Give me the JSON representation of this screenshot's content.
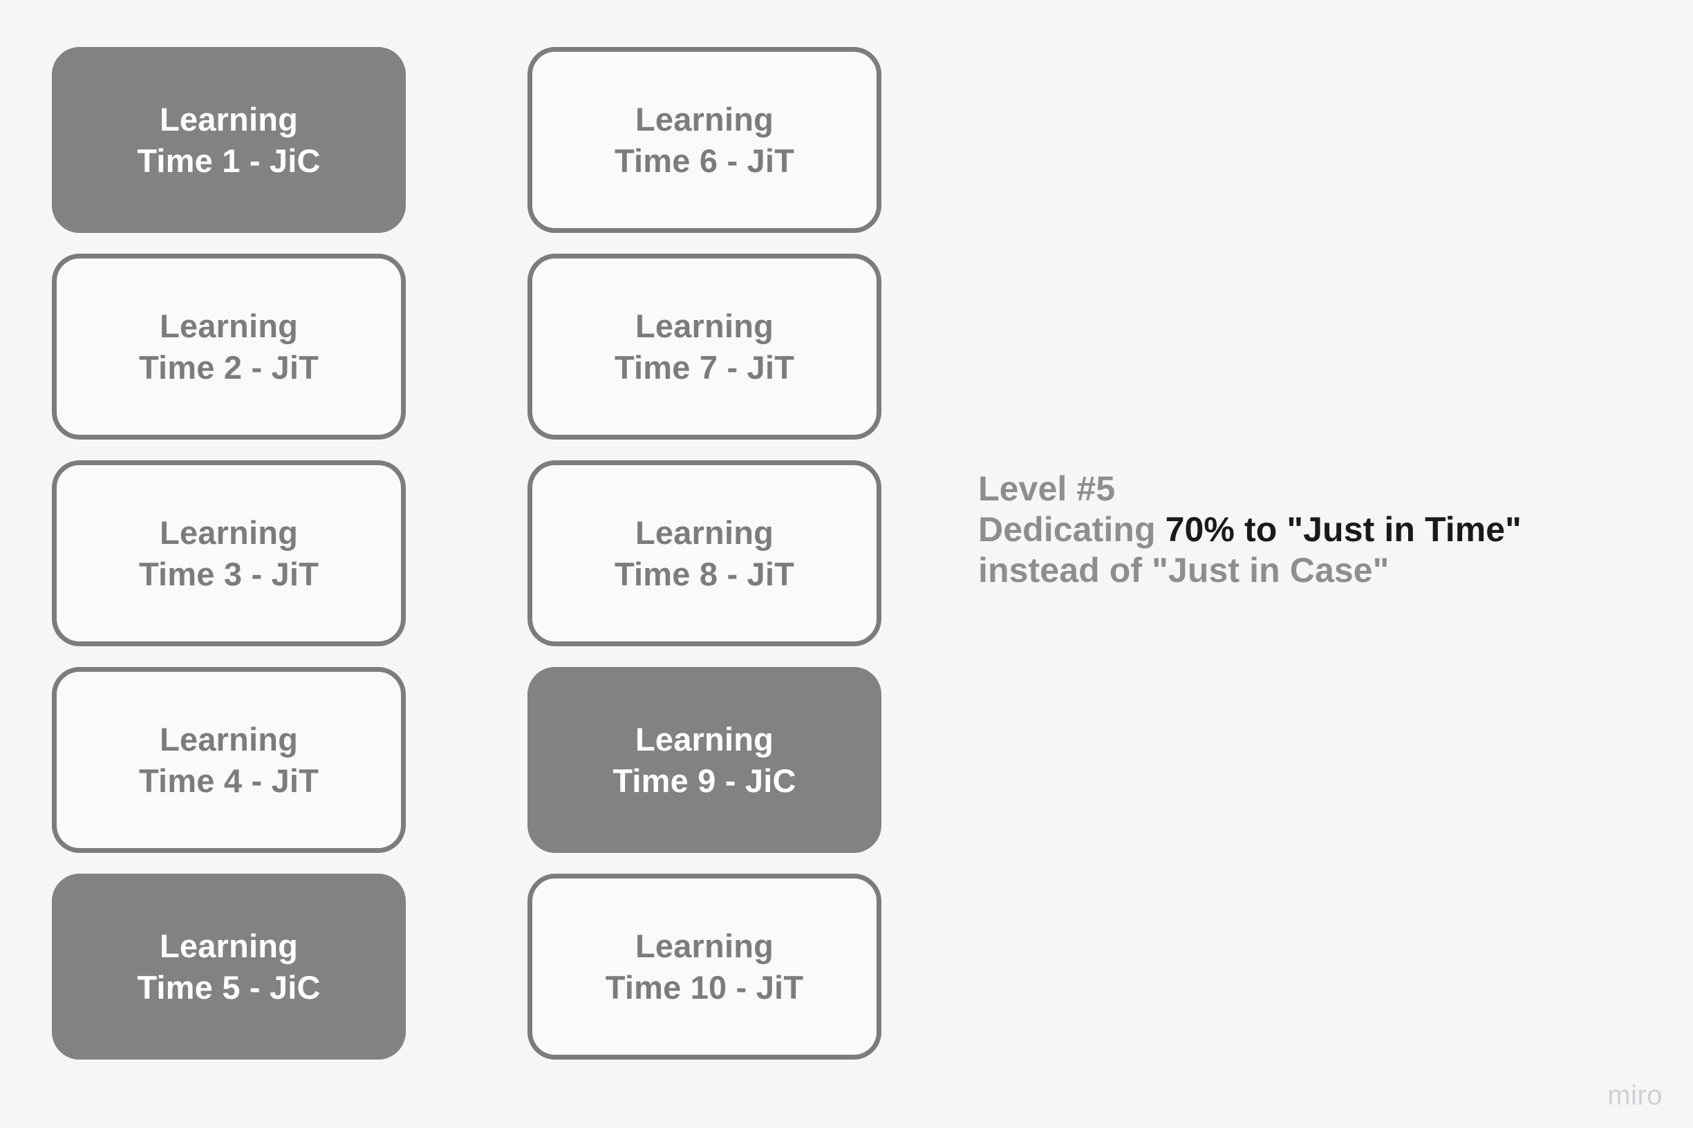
{
  "canvas": {
    "background_color": "#f6f6f6"
  },
  "colors": {
    "card_fill_active": "#828282",
    "card_fill_inactive": "#fafafa",
    "card_border": "#7c7c7c",
    "card_text_active": "#ffffff",
    "card_text_inactive": "#7c7c7c",
    "annotation_text": "#8e8e8e",
    "annotation_emphasis": "#1a1a1a",
    "watermark": "#cfcfd6"
  },
  "columns": [
    {
      "name": "column-1",
      "cards": [
        {
          "line1": "Learning",
          "line2": "Time 1 - JiC",
          "label": "Learning\nTime 1 - JiC",
          "mode": "JiC",
          "style": "filled"
        },
        {
          "line1": "Learning",
          "line2": "Time 2 - JiT",
          "label": "Learning\nTime 2 - JiT",
          "mode": "JiT",
          "style": "outlined"
        },
        {
          "line1": "Learning",
          "line2": "Time 3 - JiT",
          "label": "Learning\nTime 3 - JiT",
          "mode": "JiT",
          "style": "outlined"
        },
        {
          "line1": "Learning",
          "line2": "Time 4 - JiT",
          "label": "Learning\nTime 4 - JiT",
          "mode": "JiT",
          "style": "outlined"
        },
        {
          "line1": "Learning",
          "line2": "Time 5 - JiC",
          "label": "Learning\nTime 5 - JiC",
          "mode": "JiC",
          "style": "filled"
        }
      ]
    },
    {
      "name": "column-2",
      "cards": [
        {
          "line1": "Learning",
          "line2": "Time 6 - JiT",
          "label": "Learning\nTime 6 - JiT",
          "mode": "JiT",
          "style": "outlined"
        },
        {
          "line1": "Learning",
          "line2": "Time 7 - JiT",
          "label": "Learning\nTime 7 - JiT",
          "mode": "JiT",
          "style": "outlined"
        },
        {
          "line1": "Learning",
          "line2": "Time 8 - JiT",
          "label": "Learning\nTime 8 - JiT",
          "mode": "JiT",
          "style": "outlined"
        },
        {
          "line1": "Learning",
          "line2": "Time 9 - JiC",
          "label": "Learning\nTime 9 - JiC",
          "mode": "JiC",
          "style": "filled"
        },
        {
          "line1": "Learning",
          "line2": "Time 10 - JiT",
          "label": "Learning\nTime 10 - JiT",
          "mode": "JiT",
          "style": "outlined"
        }
      ]
    }
  ],
  "annotation": {
    "line1": "Level #5",
    "line2_prefix": "Dedicating ",
    "line2_emphasis": "70% to \"Just in Time\"",
    "line3": "instead of \"Just in Case\"",
    "percentage": "70%"
  },
  "watermark": {
    "label": "miro"
  }
}
